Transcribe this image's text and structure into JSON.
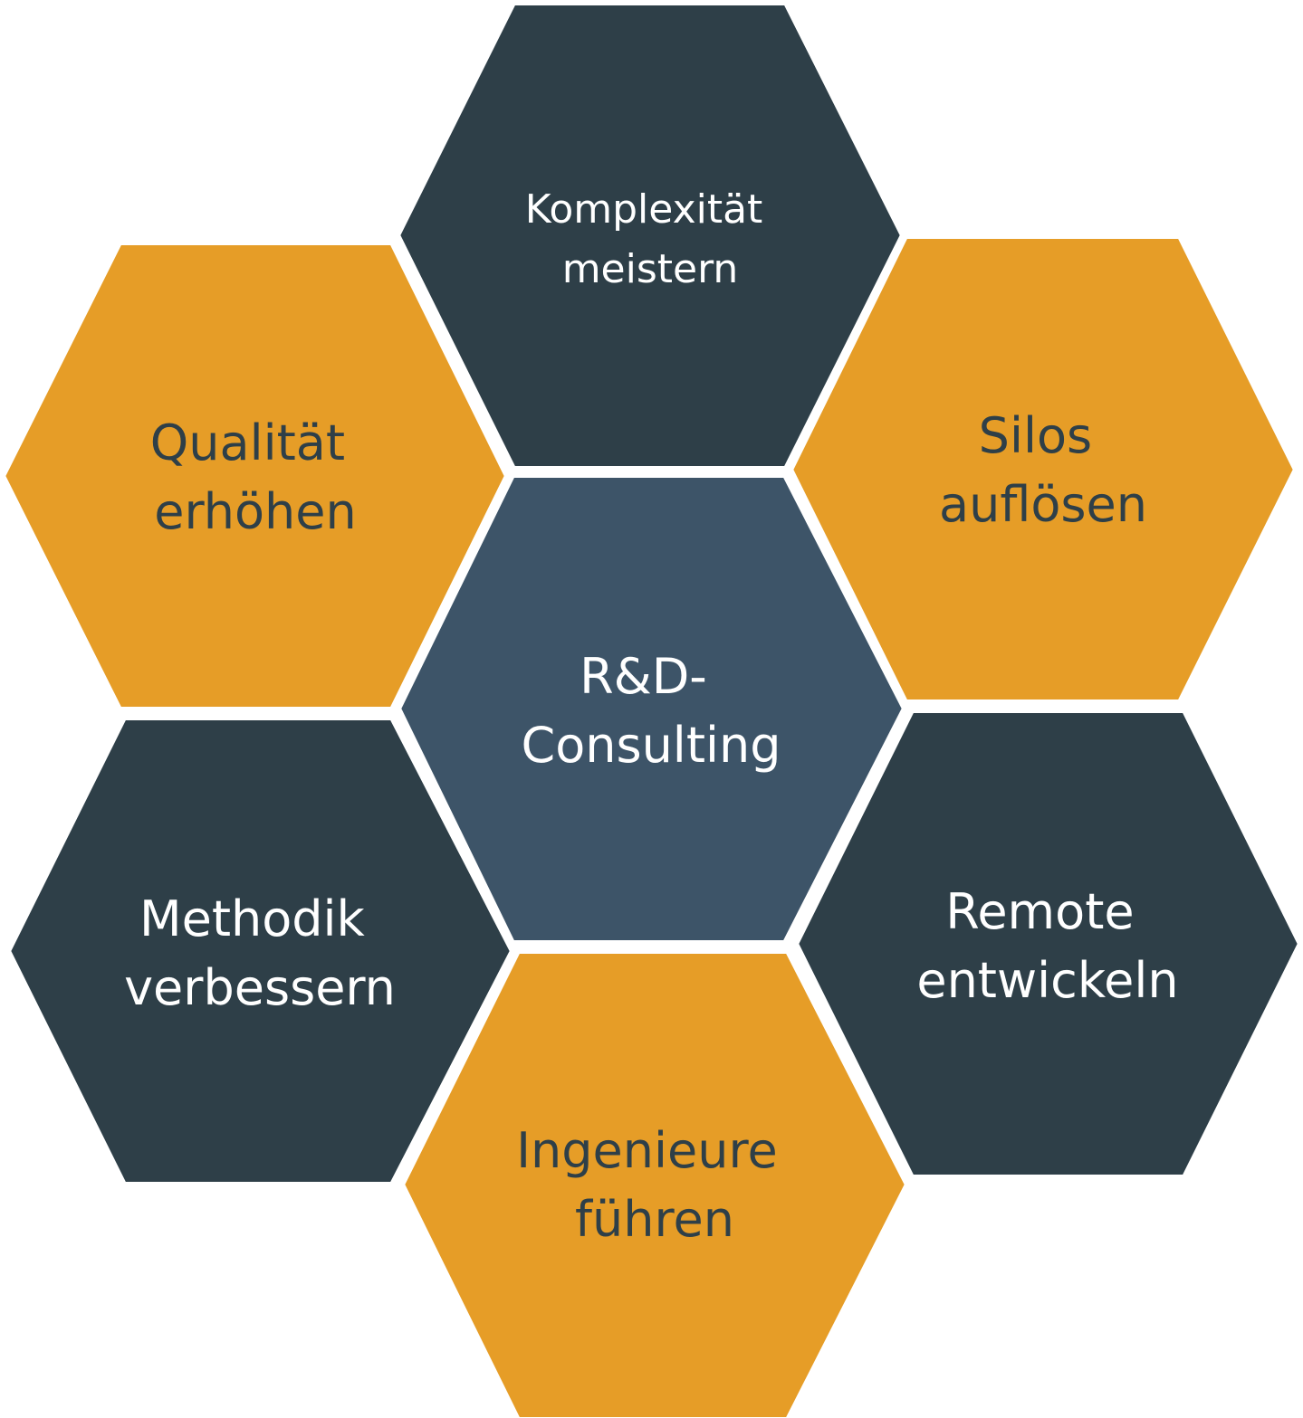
{
  "diagram": {
    "type": "hexagon-cluster",
    "colors": {
      "dark_slate": "#2e3f48",
      "center_blue": "#3d5468",
      "amber": "#e69d27",
      "text_light": "#ffffff",
      "text_dark": "#2e3f48",
      "background": "#ffffff"
    },
    "center": {
      "id": "center",
      "lines": [
        "R&D-",
        "Consulting"
      ],
      "fill": "center_blue",
      "text_color": "text_light"
    },
    "cells": [
      {
        "id": "top",
        "position": "top",
        "lines": [
          "Komplexität",
          "meistern"
        ],
        "fill": "dark_slate",
        "text_color": "text_light"
      },
      {
        "id": "upper-right",
        "position": "upper-right",
        "lines": [
          "Silos",
          "auflösen"
        ],
        "fill": "amber",
        "text_color": "text_dark"
      },
      {
        "id": "lower-right",
        "position": "lower-right",
        "lines": [
          "Remote",
          "entwickeln"
        ],
        "fill": "dark_slate",
        "text_color": "text_light"
      },
      {
        "id": "bottom",
        "position": "bottom",
        "lines": [
          "Ingenieure",
          "führen"
        ],
        "fill": "amber",
        "text_color": "text_dark"
      },
      {
        "id": "lower-left",
        "position": "lower-left",
        "lines": [
          "Methodik",
          "verbessern"
        ],
        "fill": "dark_slate",
        "text_color": "text_light"
      },
      {
        "id": "upper-left",
        "position": "upper-left",
        "lines": [
          "Qualität",
          "erhöhen"
        ],
        "fill": "amber",
        "text_color": "text_dark"
      }
    ]
  }
}
